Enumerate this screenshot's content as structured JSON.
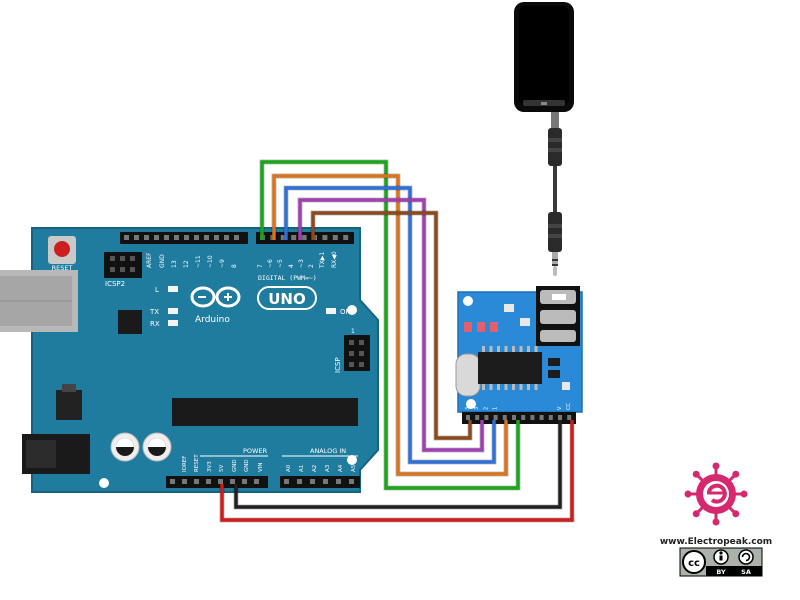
{
  "arduino": {
    "reset_label": "RESET",
    "icsp2_label": "ICSP2",
    "aref_label": "AREF",
    "gnd_label": "GND",
    "top_pin_labels": [
      "13",
      "12",
      "~11",
      "~10",
      "~9",
      "8",
      "7",
      "~6",
      "~5",
      "4",
      "~3",
      "2",
      "TX▶1",
      "RX◀0"
    ],
    "digital_label": "DIGITAL (PWM=~)",
    "led_labels": [
      "L",
      "TX",
      "RX"
    ],
    "brand_label": "Arduino",
    "model_label": "UNO",
    "on_label": "ON",
    "icsp_label": "ICSP",
    "icsp_pin1": "1",
    "power_section_label": "POWER",
    "power_pin_labels": [
      "IOREF",
      "RESET",
      "3V3",
      "5V",
      "GND",
      "GND",
      "VIN"
    ],
    "analog_section_label": "ANALOG IN",
    "analog_pin_labels": [
      "A0",
      "A1",
      "A2",
      "A3",
      "A4",
      "A5"
    ]
  },
  "module": {
    "chip_marking": "",
    "pin_labels": [
      "3",
      "3",
      "2",
      "1",
      "",
      "",
      "",
      "",
      "",
      "",
      "V",
      "CC"
    ]
  },
  "branding": {
    "website": "www.Electropeak.com",
    "license_by": "BY",
    "license_sa": "SA",
    "license_cc": "cc"
  },
  "wire_colors": {
    "green": "#1aa51a",
    "orange": "#d9731e",
    "blue": "#2f6fd6",
    "purple": "#a040b0",
    "brown": "#8a4a1c",
    "red": "#cc1c1c",
    "black": "#202020"
  }
}
